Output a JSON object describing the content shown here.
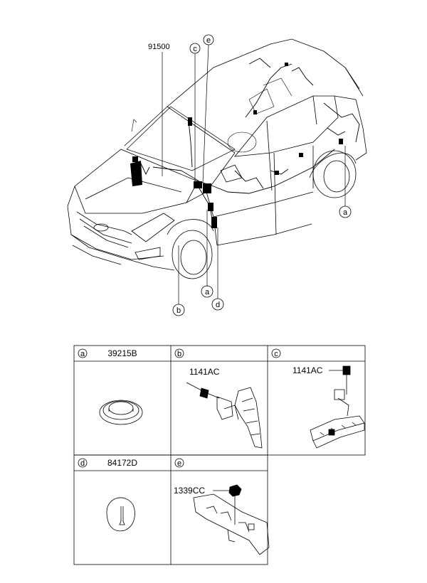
{
  "main_part_number": "91500",
  "callouts": {
    "a_left": "a",
    "a_right": "a",
    "b": "b",
    "c": "c",
    "d": "d",
    "e": "e"
  },
  "table": {
    "cells": [
      {
        "letter": "a",
        "part": "39215B"
      },
      {
        "letter": "b",
        "part": "",
        "label": "1141AC"
      },
      {
        "letter": "c",
        "part": "",
        "label": "1141AC"
      },
      {
        "letter": "d",
        "part": "84172D"
      },
      {
        "letter": "e",
        "part": "",
        "label": "1339CC"
      }
    ]
  }
}
